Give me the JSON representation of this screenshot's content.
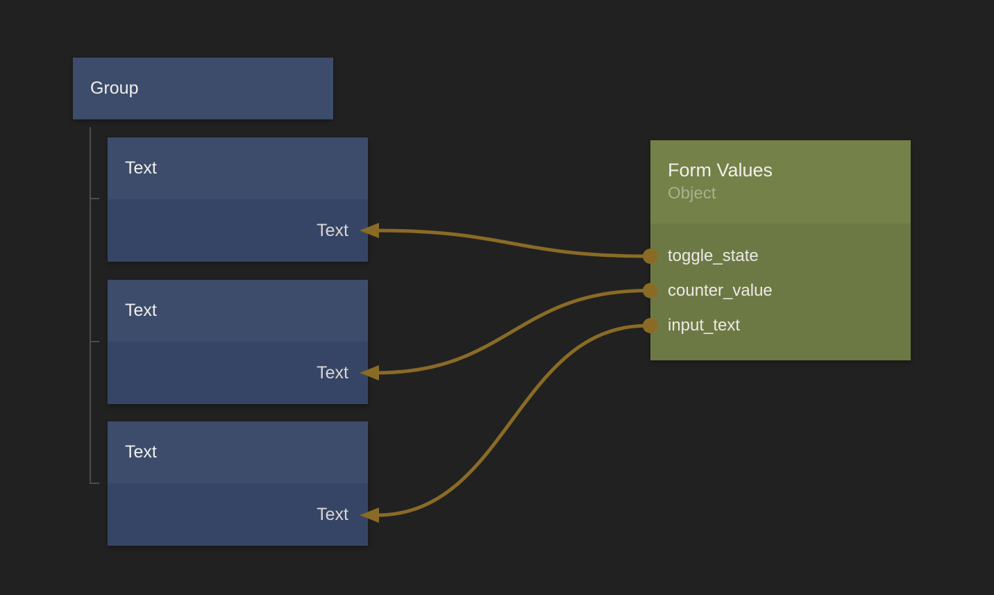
{
  "nodes": {
    "group": {
      "title": "Group"
    },
    "text_nodes": [
      {
        "title": "Text",
        "input_label": "Text"
      },
      {
        "title": "Text",
        "input_label": "Text"
      },
      {
        "title": "Text",
        "input_label": "Text"
      }
    ],
    "form_values": {
      "title": "Form Values",
      "subtitle": "Object",
      "outputs": [
        "toggle_state",
        "counter_value",
        "input_text"
      ]
    }
  },
  "connections": [
    {
      "from": "Form Values.toggle_state",
      "to": "Text 1.Text"
    },
    {
      "from": "Form Values.counter_value",
      "to": "Text 2.Text"
    },
    {
      "from": "Form Values.input_text",
      "to": "Text 3.Text"
    }
  ],
  "colors": {
    "background": "#212121",
    "node_header_blue": "#3c4c6a",
    "node_body_blue": "#364565",
    "node_header_olive": "#748148",
    "node_body_olive": "#6d7944",
    "wire": "#8a6b26",
    "tree_line": "#4d4d4d",
    "title_text": "#f1efec",
    "subtitle_text": "rgba(255,255,255,0.38)",
    "port_label_text": "#eceae6",
    "input_label_text": "#d9d6d3"
  }
}
